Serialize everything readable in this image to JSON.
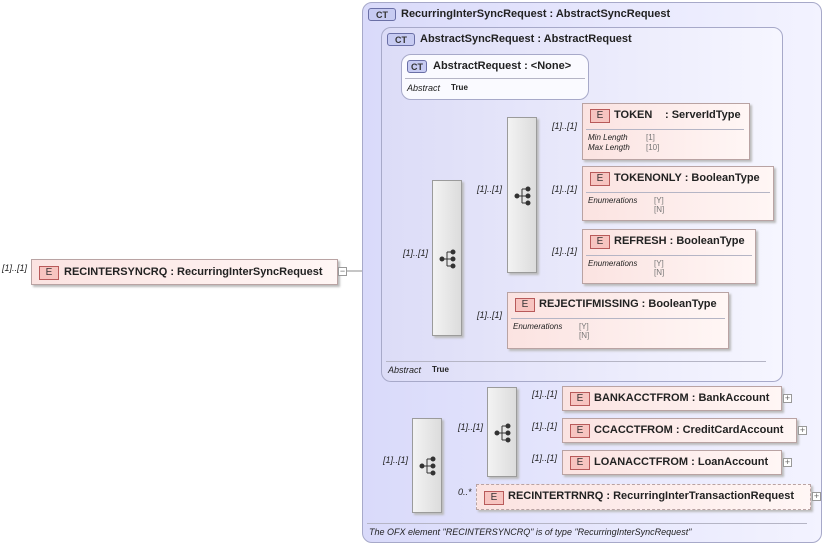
{
  "root": {
    "badge": "E",
    "name": "RECINTERSYNCRQ : RecurringInterSyncRequest",
    "cardinality": "[1]..[1]"
  },
  "ct_recurring": {
    "badge": "CT",
    "name": "RecurringInterSyncRequest : AbstractSyncRequest",
    "footer": "The OFX element \"RECINTERSYNCRQ\" is of type \"RecurringInterSyncRequest\""
  },
  "ct_abstract_sync": {
    "badge": "CT",
    "name": "AbstractSyncRequest : AbstractRequest",
    "abstract_label": "Abstract",
    "abstract_value": "True"
  },
  "ct_abstract_request": {
    "badge": "CT",
    "name": "AbstractRequest : <None>",
    "abstract_label": "Abstract",
    "abstract_value": "True"
  },
  "elements": {
    "token": {
      "badge": "E",
      "name": "TOKEN",
      "type": ": ServerIdType",
      "cardinality": "[1]..[1]",
      "facets": [
        {
          "label": "Min Length",
          "value": "[1]"
        },
        {
          "label": "Max Length",
          "value": "[10]"
        }
      ]
    },
    "tokenonly": {
      "badge": "E",
      "name": "TOKENONLY : BooleanType",
      "cardinality": "[1]..[1]",
      "enum_label": "Enumerations",
      "enums": [
        "[Y]",
        "[N]"
      ]
    },
    "refresh": {
      "badge": "E",
      "name": "REFRESH : BooleanType",
      "cardinality": "[1]..[1]",
      "enum_label": "Enumerations",
      "enums": [
        "[Y]",
        "[N]"
      ]
    },
    "rejectifmissing": {
      "badge": "E",
      "name": "REJECTIFMISSING : BooleanType",
      "cardinality": "[1]..[1]",
      "enum_label": "Enumerations",
      "enums": [
        "[Y]",
        "[N]"
      ]
    },
    "bankacctfrom": {
      "badge": "E",
      "name": "BANKACCTFROM : BankAccount",
      "cardinality": "[1]..[1]"
    },
    "ccacctfrom": {
      "badge": "E",
      "name": "CCACCTFROM : CreditCardAccount",
      "cardinality": "[1]..[1]"
    },
    "loanacctfrom": {
      "badge": "E",
      "name": "LOANACCTFROM : LoanAccount",
      "cardinality": "[1]..[1]"
    },
    "recintertrnrq": {
      "badge": "E",
      "name": "RECINTERTRNRQ : RecurringInterTransactionRequest",
      "cardinality": "0..*"
    }
  },
  "sequences": {
    "outer_seq": {
      "cardinality": "[1]..[1]"
    },
    "inner_seq": {
      "cardinality": "[1]..[1]"
    },
    "seq_abstract": {
      "cardinality": "[1]..[1]"
    },
    "seq_account": {
      "cardinality": "[1]..[1]"
    },
    "seq_account_inner": {
      "cardinality": "[1]..[1]"
    }
  },
  "icons": {
    "expand": "+",
    "collapse": "−"
  }
}
